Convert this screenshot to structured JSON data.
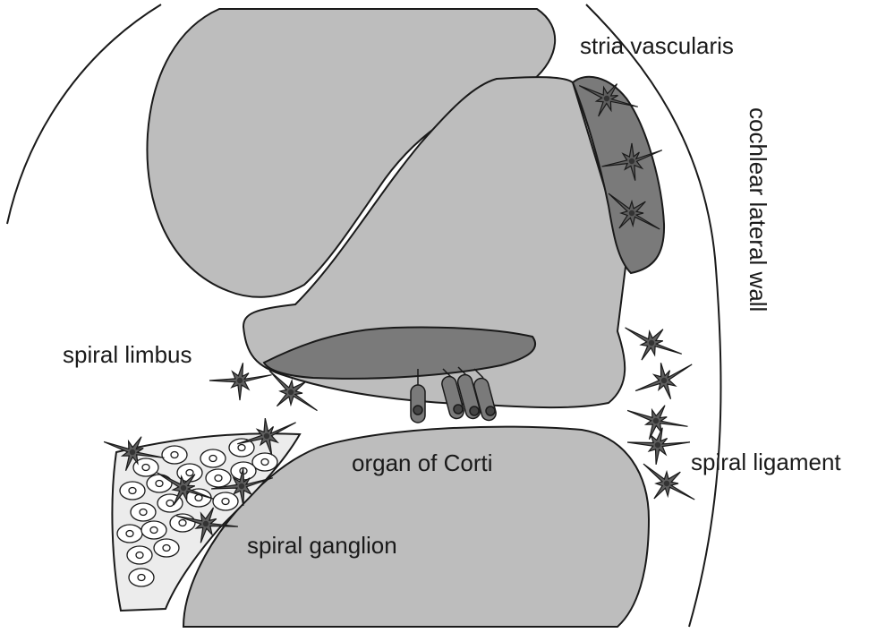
{
  "labels": {
    "stria_vascularis": "stria vascularis",
    "cochlear_lateral_wall": "cochlear lateral wall",
    "spiral_limbus": "spiral limbus",
    "organ_of_corti": "organ of Corti",
    "spiral_ligament": "spiral ligament",
    "spiral_ganglion": "spiral ganglion"
  },
  "colors": {
    "tissue": "#bdbdbd",
    "dark_tissue": "#7a7a7a",
    "cell": "#5e5e5e",
    "ganglion_fill": "#ececec",
    "outline": "#1a1a1a",
    "background": "#ffffff"
  }
}
